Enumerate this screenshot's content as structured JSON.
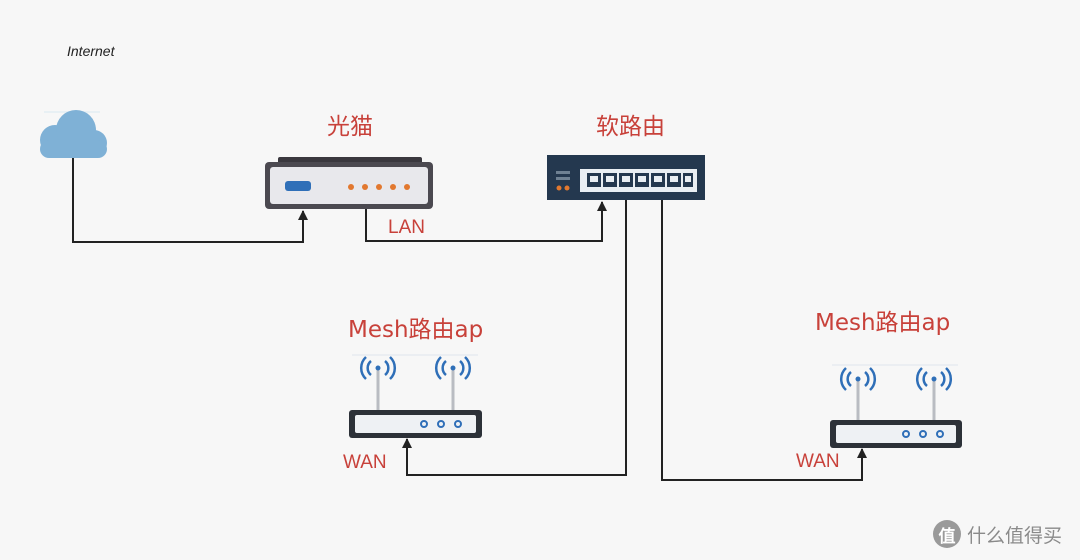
{
  "labels": {
    "internet": "Internet",
    "modem": "光猫",
    "soft_router": "软路由",
    "mesh_ap_1": "Mesh路由ap",
    "mesh_ap_2": "Mesh路由ap",
    "lan_port": "LAN",
    "wan_port_1": "WAN",
    "wan_port_2": "WAN"
  },
  "watermark": {
    "badge": "值",
    "text": "什么值得买"
  },
  "colors": {
    "label_red": "#c8413a",
    "cloud": "#7fb1d6",
    "modem_body": "#4b4950",
    "switch_body": "#24384f",
    "port_blue": "#2f6fb8",
    "led_orange": "#e2782f",
    "line": "#222222"
  },
  "nodes": [
    {
      "id": "cloud",
      "label": "Internet"
    },
    {
      "id": "modem",
      "label": "光猫"
    },
    {
      "id": "soft_router",
      "label": "软路由"
    },
    {
      "id": "mesh_ap_1",
      "label": "Mesh路由ap"
    },
    {
      "id": "mesh_ap_2",
      "label": "Mesh路由ap"
    }
  ],
  "edges": [
    {
      "from": "cloud",
      "to": "modem",
      "label": ""
    },
    {
      "from": "modem",
      "to": "soft_router",
      "label": "LAN"
    },
    {
      "from": "soft_router",
      "to": "mesh_ap_1",
      "label": "WAN"
    },
    {
      "from": "soft_router",
      "to": "mesh_ap_2",
      "label": "WAN"
    }
  ]
}
